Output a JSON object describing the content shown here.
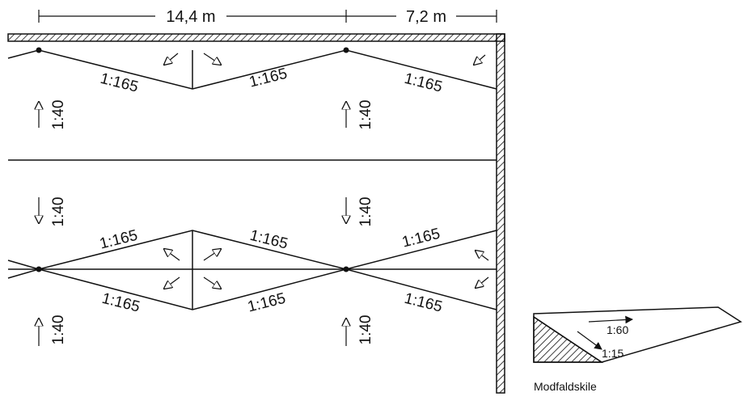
{
  "dimensions": {
    "span_left": "14,4 m",
    "span_right": "7,2 m"
  },
  "slopes": {
    "s1": "1:165",
    "s2": "1:165",
    "s3": "1:165",
    "s4": "1:165",
    "s5": "1:165",
    "s6": "1:165",
    "s7": "1:165",
    "s8": "1:165",
    "s9": "1:165"
  },
  "arrow_slopes": {
    "a1": "1:40",
    "a2": "1:40",
    "a3": "1:40",
    "a4": "1:40",
    "a5": "1:40",
    "a6": "1:40"
  },
  "wedge": {
    "slope_top": "1:60",
    "slope_steep": "1:15",
    "caption": "Modfaldskile"
  }
}
